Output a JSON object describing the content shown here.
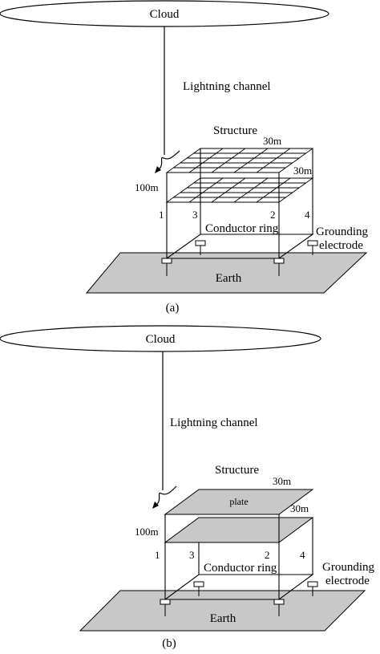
{
  "panels": [
    {
      "cloud_label": "Cloud",
      "channel_label": "Lightning channel",
      "structure_label": "Structure",
      "width_label": "30m",
      "depth_label": "30m",
      "height_label": "100m",
      "column_labels": [
        "1",
        "3",
        "2",
        "4"
      ],
      "ring_label": "Conductor ring",
      "grounding_label_line1": "Grounding",
      "grounding_label_line2": "electrode",
      "earth_label": "Earth",
      "caption": "(a)"
    },
    {
      "cloud_label": "Cloud",
      "channel_label": "Lightning channel",
      "structure_label": "Structure",
      "width_label": "30m",
      "depth_label": "30m",
      "height_label": "100m",
      "plate_label": "plate",
      "column_labels": [
        "1",
        "3",
        "2",
        "4"
      ],
      "ring_label": "Conductor ring",
      "grounding_label_line1": "Grounding",
      "grounding_label_line2": "electrode",
      "earth_label": "Earth",
      "caption": "(b)"
    }
  ],
  "colors": {
    "line": "#000000",
    "earth_fill": "#c8c8c8",
    "plate_fill": "#c8c8c8",
    "background": "#ffffff"
  }
}
